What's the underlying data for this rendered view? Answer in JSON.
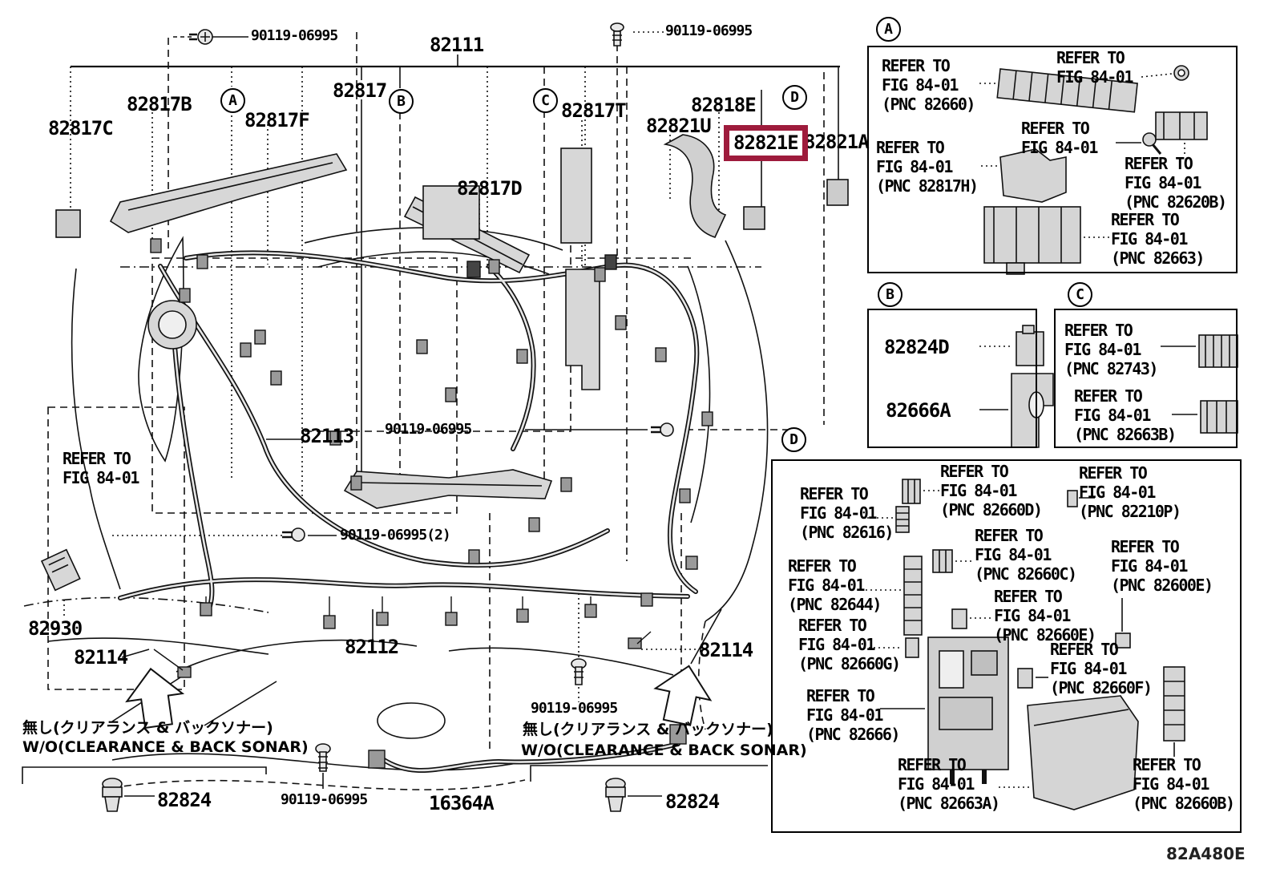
{
  "figure": {
    "code": "82A480E",
    "highlight_color": "#9E1B3C"
  },
  "callouts": {
    "a": "A",
    "b": "B",
    "c": "C",
    "d": "D"
  },
  "strings": {
    "refer_to": "REFER TO",
    "fig": "FIG 84-01",
    "wo_jp": "無し(クリアランス & バックソナー)",
    "wo_en": "W/O(CLEARANCE & BACK SONAR)"
  },
  "screws": {
    "bolt": "90119-06995",
    "bolt_x2": "90119-06995(2)"
  },
  "parts": {
    "p82111": "82111",
    "p82817": "82817",
    "p82817b": "82817B",
    "p82817c": "82817C",
    "p82817d": "82817D",
    "p82817f": "82817F",
    "p82817t": "82817T",
    "p82818e": "82818E",
    "p82821u": "82821U",
    "p82821e": "82821E",
    "p82821a": "82821A",
    "p82113": "82113",
    "p82112": "82112",
    "p82114": "82114",
    "p82930": "82930",
    "p82824": "82824",
    "p16364a": "16364A",
    "p82824d": "82824D",
    "p82666a": "82666A"
  },
  "pnc": {
    "p82660": "(PNC 82660)",
    "p82817h": "(PNC 82817H)",
    "p82620b": "(PNC 82620B)",
    "p82663": "(PNC 82663)",
    "p82743": "(PNC 82743)",
    "p82663b": "(PNC 82663B)",
    "p82660d": "(PNC 82660D)",
    "p82616": "(PNC 82616)",
    "p82210p": "(PNC 82210P)",
    "p82660c": "(PNC 82660C)",
    "p82644": "(PNC 82644)",
    "p82600e": "(PNC 82600E)",
    "p82660e": "(PNC 82660E)",
    "p82660g": "(PNC 82660G)",
    "p82660f": "(PNC 82660F)",
    "p82666": "(PNC 82666)",
    "p82663a": "(PNC 82663A)",
    "p82660b": "(PNC 82660B)"
  }
}
